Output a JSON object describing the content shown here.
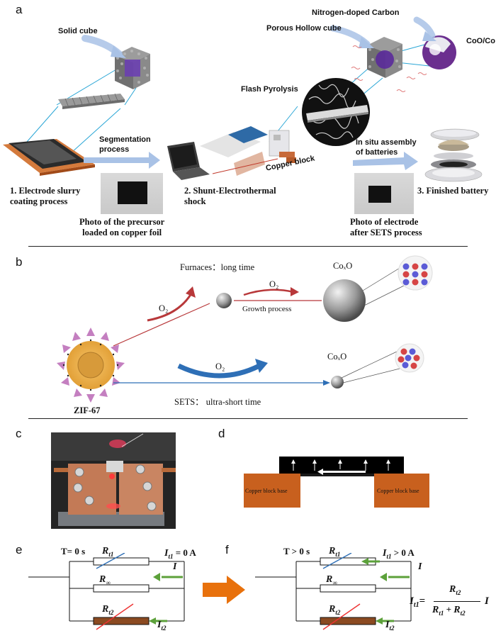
{
  "panels": {
    "a": "a",
    "b": "b",
    "c": "c",
    "d": "d",
    "e": "e",
    "f": "f"
  },
  "panel_a": {
    "solid_cube": "Solid cube",
    "nitrogen_doped_carbon": "Nitrogen-doped Carbon",
    "porous_hollow_cube": "Porous Hollow cube",
    "coo_co": "CoO/Co",
    "flash_pyrolysis": "Flash Pyrolysis",
    "segmentation_process": [
      "Segmentation",
      "process"
    ],
    "in_situ_assembly": [
      "In situ assembly",
      "of batteries"
    ],
    "copper_block": "Copper block",
    "step1": [
      "1. Electrode slurry",
      "coating process"
    ],
    "step2": [
      "2. Shunt-Electrothermal",
      "shock"
    ],
    "step3": "3. Finished battery",
    "photo_precursor": [
      "Photo of the precursor",
      "loaded on copper foil"
    ],
    "photo_electrode": [
      "Photo of electrode",
      "after SETS process"
    ]
  },
  "panel_b": {
    "furnaces": "Furnaces：long time",
    "o2_a": "O₂",
    "o2_b": "O₂",
    "o2_c": "O₂",
    "growth": "Growth process",
    "coxo_top": "CoₓO",
    "coxo_bottom": "CoₓO",
    "sets": "SETS： ultra-short time",
    "zif": "ZIF-67"
  },
  "panel_d": {
    "base_left": "Copper block base",
    "base_right": "Copper block base"
  },
  "panel_e": {
    "time": "T= 0 s",
    "r_t1": "R",
    "r_t1_sub": "t1",
    "r_inf": "R",
    "r_inf_sub": "∞",
    "r_t2": "R",
    "r_t2_sub": "t2",
    "i_t1": "I",
    "i_t1_sub": "t1",
    "i_t1_val": " = 0 A",
    "i": "I",
    "i_t2": "I",
    "i_t2_sub": "t2"
  },
  "panel_f": {
    "time": "T > 0 s",
    "r_t1": "R",
    "r_t1_sub": "t1",
    "r_inf": "R",
    "r_inf_sub": "∞",
    "r_t2": "R",
    "r_t2_sub": "t2",
    "i_t1": "I",
    "i_t1_sub": "t1",
    "i_t1_val": " > 0 A",
    "i": "I",
    "i_t2": "I",
    "i_t2_sub": "t2"
  },
  "formula": {
    "lhs": "I",
    "lhs_sub": "t1",
    "eq": "=",
    "num": "R",
    "num_sub": "t2",
    "den_a": "R",
    "den_a_sub": "t1",
    "plus": " + ",
    "den_b": "R",
    "den_b_sub": "t2",
    "tail": "I"
  },
  "colors": {
    "copper": "#c8601e",
    "arrow_blue": "#9db8de",
    "red_arrow": "#b8383a",
    "blue_line": "#2e6fb6",
    "green": "#5ca13a",
    "orange_arrow": "#e8710c"
  }
}
